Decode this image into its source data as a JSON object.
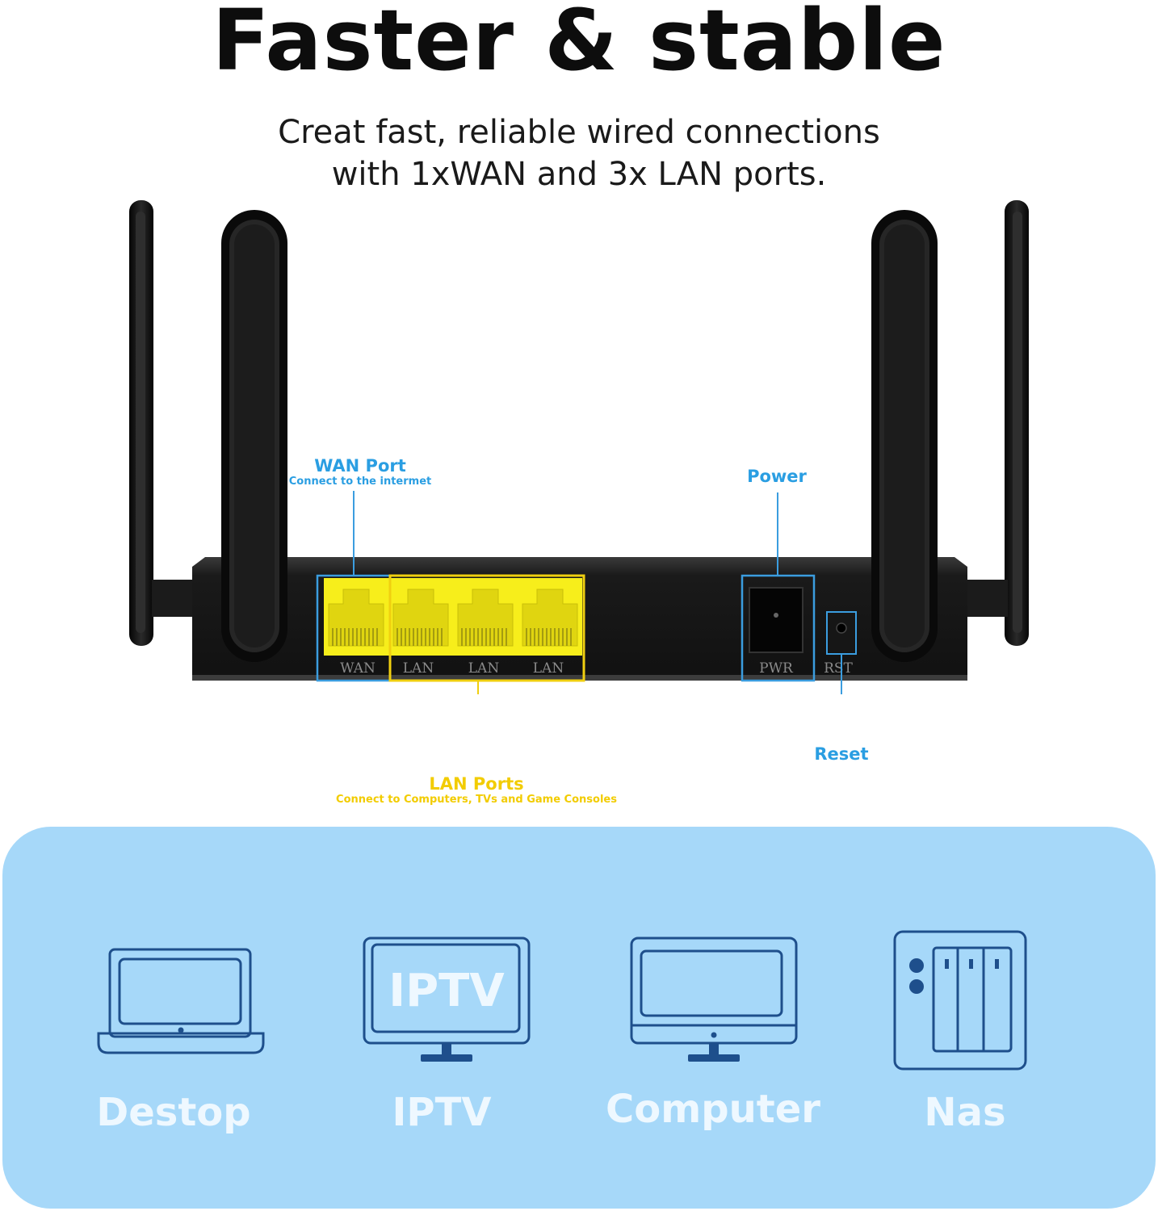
{
  "headline": "Faster & stable",
  "subtitle": {
    "line1": "Creat fast, reliable wired connections",
    "line2": "with 1xWAN and 3x LAN ports."
  },
  "router": {
    "port_labels": [
      "WAN",
      "LAN",
      "LAN",
      "LAN"
    ],
    "power_label": "PWR",
    "reset_label": "RST"
  },
  "callouts": {
    "wan": {
      "title": "WAN Port",
      "desc": "Connect to the intermet"
    },
    "lan": {
      "title": "LAN Ports",
      "desc": "Connect to Computers, TVs and Game Consoles"
    },
    "power": {
      "title": "Power"
    },
    "reset": {
      "title": "Reset"
    }
  },
  "devices": [
    {
      "label": "Destop",
      "icon": "laptop-icon"
    },
    {
      "label": "IPTV",
      "icon": "tv-icon",
      "screen_text": "IPTV"
    },
    {
      "label": "Computer",
      "icon": "monitor-icon"
    },
    {
      "label": "Nas",
      "icon": "nas-icon"
    }
  ],
  "colors": {
    "accent_blue": "#2a9ee2",
    "accent_yellow": "#f2cc00",
    "panel": "#a6d8f9",
    "icon_stroke": "#1e4f8c"
  }
}
